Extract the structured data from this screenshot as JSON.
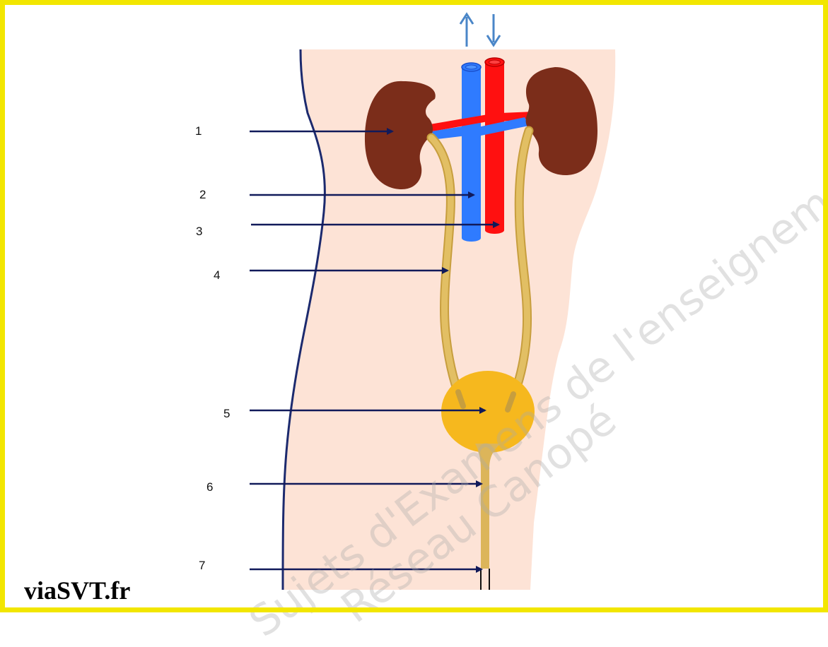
{
  "labels": [
    "1",
    "2",
    "3",
    "4",
    "5",
    "6",
    "7"
  ],
  "brand": "viaSVT.fr",
  "watermark": {
    "line1": "Sujets d'Examens de l'enseignement professionnel",
    "line2": "Réseau Canopé"
  },
  "colors": {
    "frame": "#f2e600",
    "skin": "#fde3d6",
    "kidney": "#7b2d1a",
    "vena_cava": "#2f7bff",
    "aorta": "#ff1010",
    "ureter": "#dcb55a",
    "bladder": "#f6b81e",
    "arrow": "#111a5a",
    "flow_arrows": "#4a86c8"
  },
  "icons": [
    "arrow-up-icon",
    "arrow-down-icon"
  ]
}
